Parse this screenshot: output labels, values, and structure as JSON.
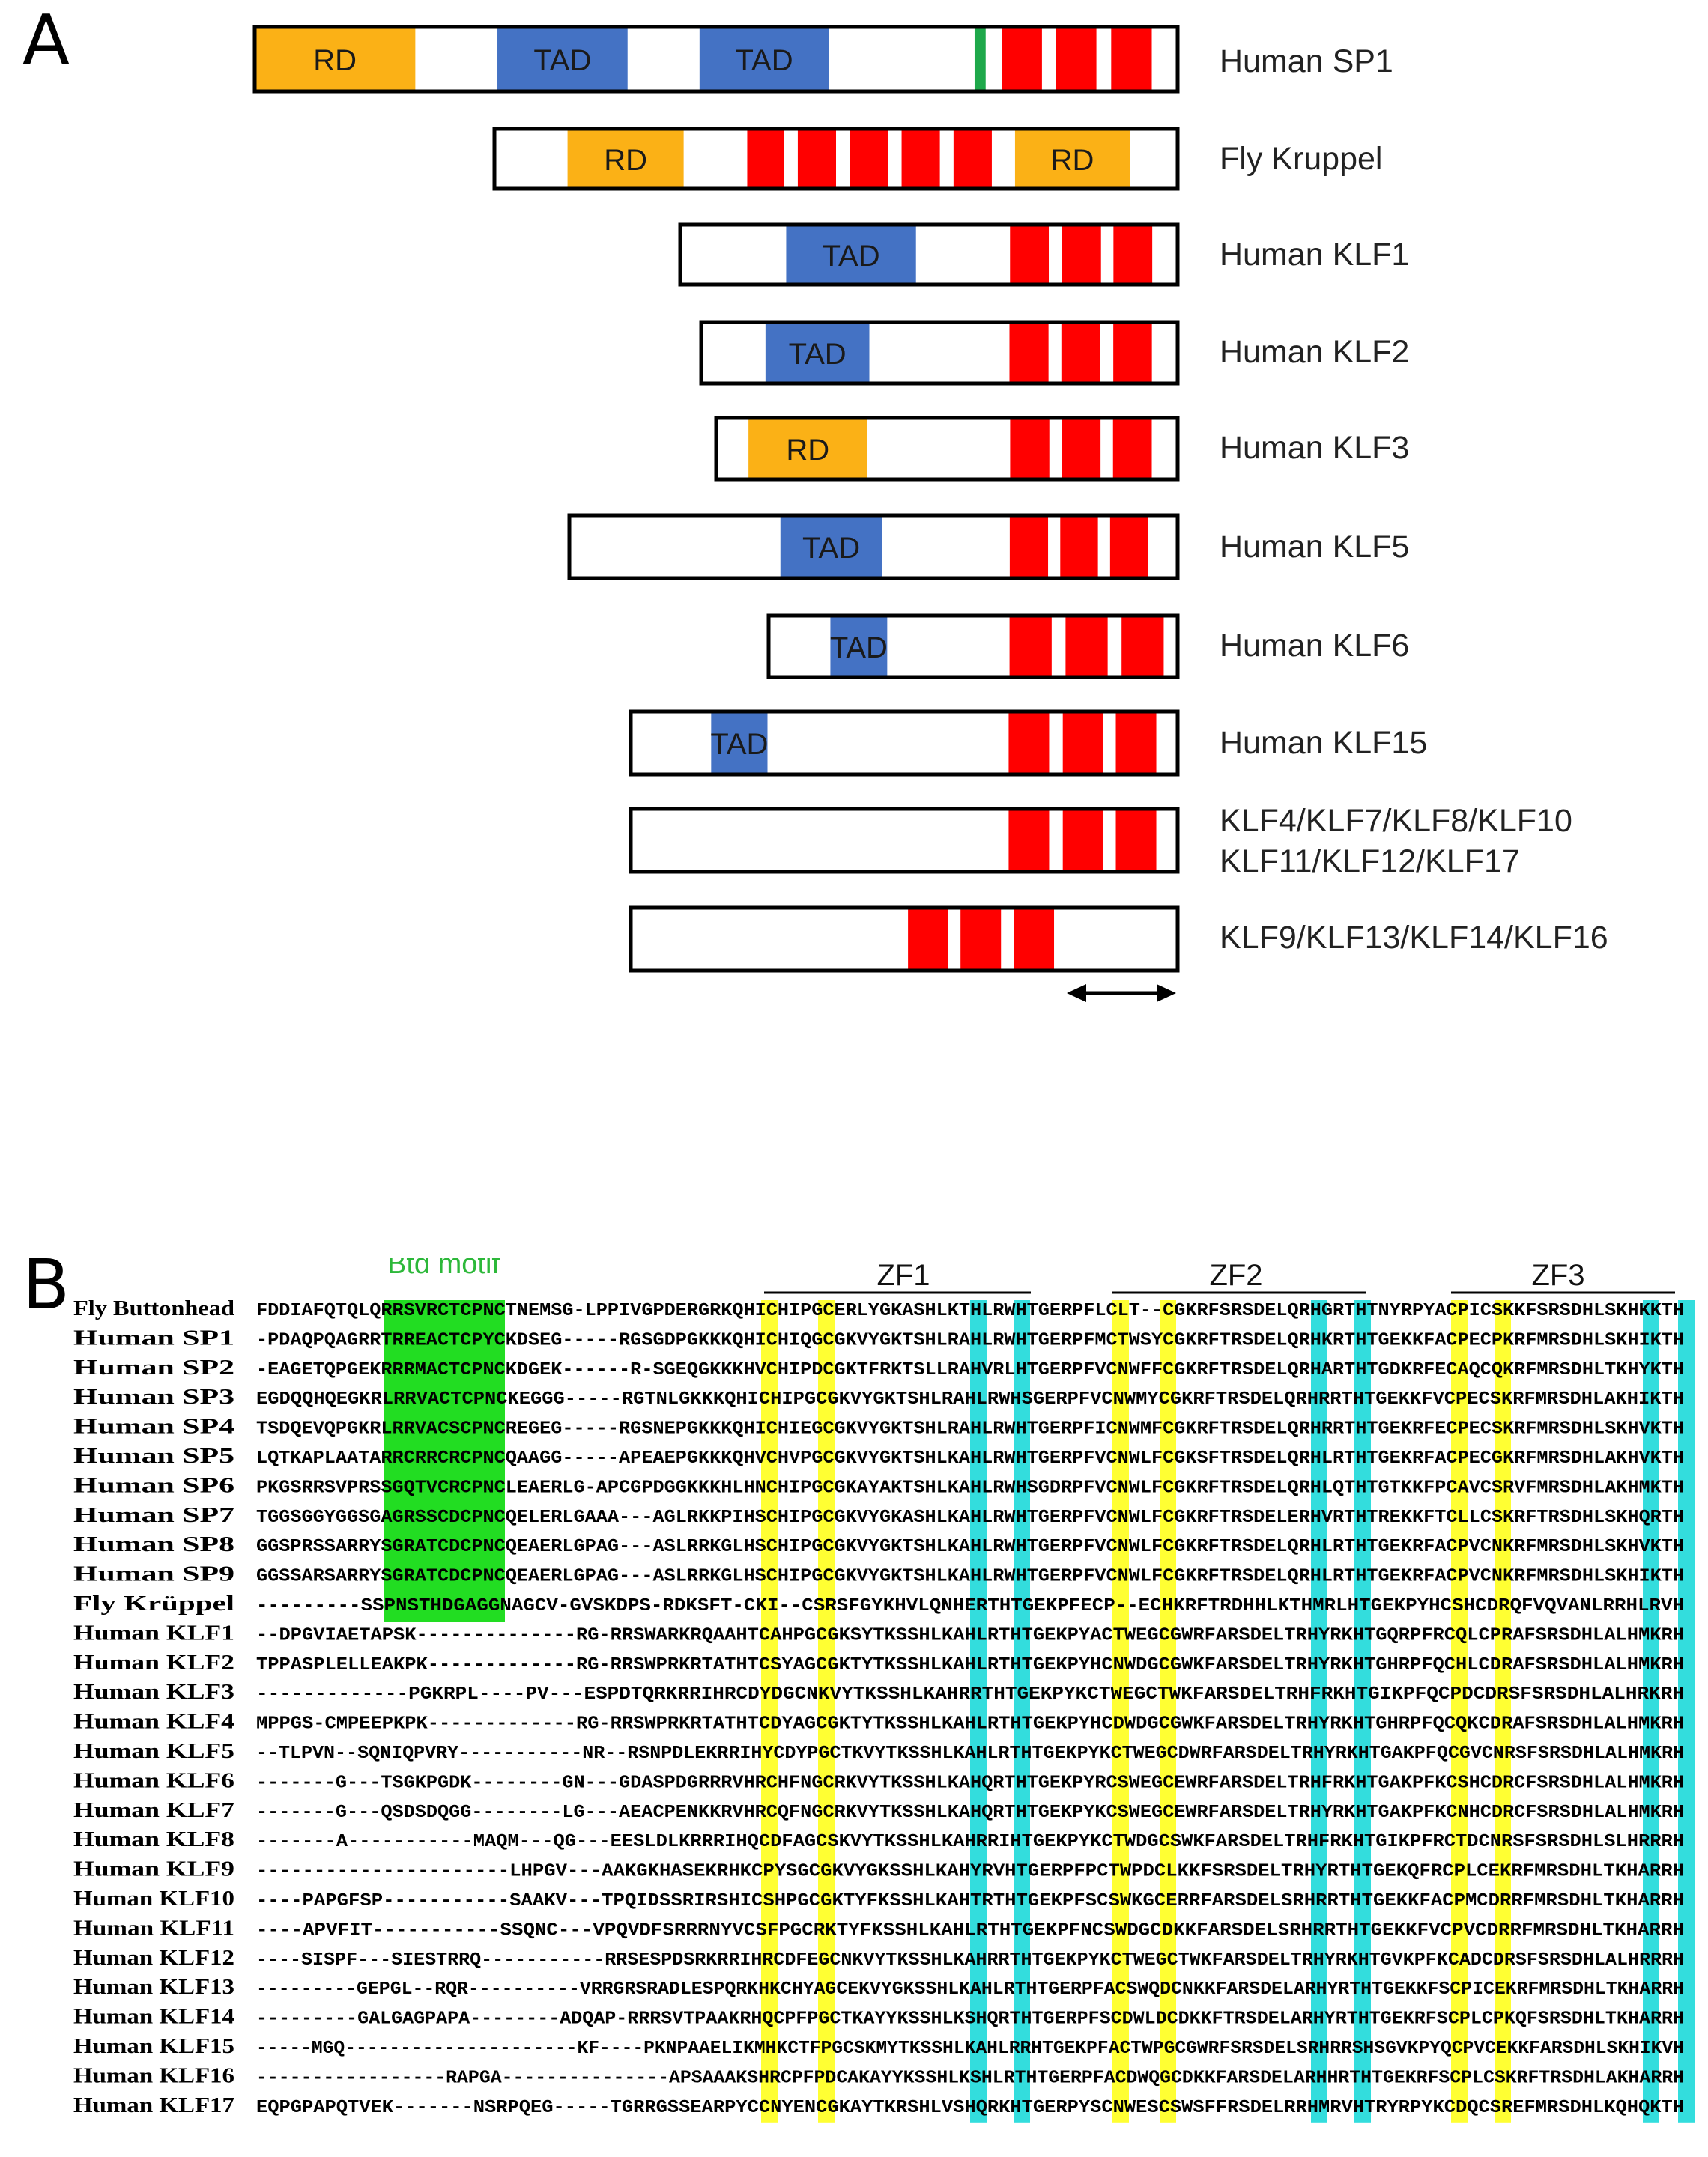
{
  "panel_a": {
    "letter": "A",
    "proteins": [
      {
        "name": "Human SP1",
        "segments": [
          {
            "type": "RD",
            "label": "RD",
            "from": 0,
            "to": 0.174
          },
          {
            "type": "TAD",
            "label": "TAD",
            "from": 0.263,
            "to": 0.404
          },
          {
            "type": "TAD",
            "label": "TAD",
            "from": 0.482,
            "to": 0.622
          },
          {
            "type": "motif",
            "from": 0.78,
            "to": 0.792
          },
          {
            "type": "ZF",
            "from": 0.81,
            "to": 0.853
          },
          {
            "type": "ZF",
            "from": 0.868,
            "to": 0.912
          },
          {
            "type": "ZF",
            "from": 0.928,
            "to": 0.972
          }
        ]
      },
      {
        "name": "Fly Kruppel",
        "segments": [
          {
            "type": "RD",
            "label": "RD",
            "from": 0.107,
            "to": 0.277
          },
          {
            "type": "ZF",
            "from": 0.37,
            "to": 0.424
          },
          {
            "type": "ZF",
            "from": 0.444,
            "to": 0.5
          },
          {
            "type": "ZF",
            "from": 0.52,
            "to": 0.576
          },
          {
            "type": "ZF",
            "from": 0.596,
            "to": 0.652
          },
          {
            "type": "ZF",
            "from": 0.672,
            "to": 0.728
          },
          {
            "type": "RD",
            "label": "RD",
            "from": 0.762,
            "to": 0.93
          }
        ]
      },
      {
        "name": "Human KLF1",
        "segments": [
          {
            "type": "TAD",
            "label": "TAD",
            "from": 0.213,
            "to": 0.474
          },
          {
            "type": "ZF",
            "from": 0.663,
            "to": 0.741
          },
          {
            "type": "ZF",
            "from": 0.768,
            "to": 0.846
          },
          {
            "type": "ZF",
            "from": 0.871,
            "to": 0.949
          }
        ]
      },
      {
        "name": "Human KLF2",
        "segments": [
          {
            "type": "TAD",
            "label": "TAD",
            "from": 0.135,
            "to": 0.353
          },
          {
            "type": "ZF",
            "from": 0.647,
            "to": 0.729
          },
          {
            "type": "ZF",
            "from": 0.756,
            "to": 0.838
          },
          {
            "type": "ZF",
            "from": 0.865,
            "to": 0.946
          }
        ]
      },
      {
        "name": "Human KLF3",
        "segments": [
          {
            "type": "RD",
            "label": "RD",
            "from": 0.07,
            "to": 0.327
          },
          {
            "type": "ZF",
            "from": 0.637,
            "to": 0.722
          },
          {
            "type": "ZF",
            "from": 0.749,
            "to": 0.833
          },
          {
            "type": "ZF",
            "from": 0.86,
            "to": 0.944
          }
        ]
      },
      {
        "name": "Human KLF5",
        "segments": [
          {
            "type": "TAD",
            "label": "TAD",
            "from": 0.347,
            "to": 0.514
          },
          {
            "type": "ZF",
            "from": 0.724,
            "to": 0.787
          },
          {
            "type": "ZF",
            "from": 0.807,
            "to": 0.869
          },
          {
            "type": "ZF",
            "from": 0.889,
            "to": 0.951
          }
        ]
      },
      {
        "name": "Human KLF6",
        "segments": [
          {
            "type": "TAD",
            "label": "TAD",
            "from": 0.151,
            "to": 0.29
          },
          {
            "type": "ZF",
            "from": 0.589,
            "to": 0.692
          },
          {
            "type": "ZF",
            "from": 0.726,
            "to": 0.829
          },
          {
            "type": "ZF",
            "from": 0.863,
            "to": 0.966
          }
        ]
      },
      {
        "name": "Human KLF15",
        "segments": [
          {
            "type": "TAD",
            "label": "TAD",
            "from": 0.147,
            "to": 0.25
          },
          {
            "type": "ZF",
            "from": 0.691,
            "to": 0.765
          },
          {
            "type": "ZF",
            "from": 0.79,
            "to": 0.863
          },
          {
            "type": "ZF",
            "from": 0.887,
            "to": 0.961
          }
        ]
      },
      {
        "name": "KLF4/KLF7/KLF8/KLF10",
        "name2": "KLF11/KLF12/KLF17",
        "segments": [
          {
            "type": "ZF",
            "from": 0.691,
            "to": 0.765
          },
          {
            "type": "ZF",
            "from": 0.79,
            "to": 0.863
          },
          {
            "type": "ZF",
            "from": 0.887,
            "to": 0.961
          }
        ]
      },
      {
        "name": "KLF9/KLF13/KLF14/KLF16",
        "segments": [
          {
            "type": "ZF",
            "from": 0.507,
            "to": 0.58
          },
          {
            "type": "ZF",
            "from": 0.603,
            "to": 0.677
          },
          {
            "type": "ZF",
            "from": 0.701,
            "to": 0.774
          }
        ]
      }
    ]
  },
  "panel_b": {
    "letter": "B",
    "btd_label": "Btd motif",
    "zf_labels": [
      "ZF1",
      "ZF2",
      "ZF3"
    ],
    "rows": [
      {
        "species": "Fly Buttonhead",
        "seq": "FDDIAFQTQLQRRSVRCTCPNCTNEMSG-LPPIVGPDERGRKQHICHIPGCERLYGKASHLKTHLRWHTGERPFLCLT--CGKRFSRSDELQRHGRTHTNYRPYACPICSKKFSRSDHLSKHKKTH"
      },
      {
        "species": "Human SP1",
        "seq": "-PDAQPQAGRRTRREACTCPYCKDSEG-----RGSGDPGKKKQHICHIQGCGKVYGKTSHLRAHLRWHTGERPFMCTWSYCGKRFTRSDELQRHKRTHTGEKKFACPECPKRFMRSDHLSKHIKTH"
      },
      {
        "species": "Human SP2",
        "seq": "-EAGETQPGEKRRRMACTCPNCKDGEK------R-SGEQGKKKHVCHIPDCGKTFRKTSLLRAHVRLHTGERPFVCNWFFCGKRFTRSDELQRHARTHTGDKRFECAQCQKRFMRSDHLTKHYKTH"
      },
      {
        "species": "Human SP3",
        "seq": "EGDQQHQEGKRLRRVACTCPNCKEGGG-----RGTNLGKKKQHICHIPGCGKVYGKTSHLRAHLRWHSGERPFVCNWMYCGKRFTRSDELQRHRRTHTGEKKFVCPECSKRFMRSDHLAKHIKTH"
      },
      {
        "species": "Human SP4",
        "seq": "TSDQEVQPGKRLRRVACSCPNCREGEG-----RGSNEPGKKKQHICHIEGCGKVYGKTSHLRAHLRWHTGERPFICNWMFCGKRFTRSDELQRHRRTHTGEKRFECPECSKRFMRSDHLSKHVKTH"
      },
      {
        "species": "Human SP5",
        "seq": "LQTKAPLAATARRCRRCRCPNCQAAGG-----APEAEPGKKKQHVCHVPGCGKVYGKTSHLKAHLRWHTGERPFVCNWLFCGKSFTRSDELQRHLRTHTGEKRFACPECGKRFMRSDHLAKHVKTH"
      },
      {
        "species": "Human SP6",
        "seq": "PKGSRRSVPRSSGQTVCRCPNCLEAERLG-APCGPDGGKKKHLHNCHIPGCGKAYAKTSHLKAHLRWHSGDRPFVCNWLFCGKRFTRSDELQRHLQTHTGTKKFPCAVCSRVFMRSDHLAKHMKTH"
      },
      {
        "species": "Human SP7",
        "seq": "TGGSGGYGGSGAGRSSCDCPNCQELERLGAAA---AGLRKKPIHSCHIPGCGKVYGKASHLKAHLRWHTGERPFVCNWLFCGKRFTRSDELERHVRTHTREKKFTCLLCSKRFTRSDHLSKHQRTH"
      },
      {
        "species": "Human SP8",
        "seq": "GGSPRSSARRYSGRATCDCPNCQEAERLGPAG---ASLRRKGLHSCHIPGCGKVYGKTSHLKAHLRWHTGERPFVCNWLFCGKRFTRSDELQRHLRTHTGEKRFACPVCNKRFMRSDHLSKHVKTH"
      },
      {
        "species": "Human SP9",
        "seq": "GGSSARSARRYSGRATCDCPNCQEAERLGPAG---ASLRRKGLHSCHIPGCGKVYGKTSHLKAHLRWHTGERPFVCNWLFCGKRFTRSDELQRHLRTHTGEKRFACPVCNKRFMRSDHLSKHIKTH"
      },
      {
        "species": "Fly Krüppel",
        "seq": "---------SSPNSTHDGAGGNAGCV-GVSKDPS-RDKSFT-CKI--CSRSFGYKHVLQNHERTHTGEKPFECP--ECHKRFTRDHHLKTHMRLHTGEKPYHCSHCDRQFVQVANLRRHLRVH"
      },
      {
        "species": "Human KLF1",
        "seq": "--DPGVIAETAPSK--------------RG-RRSWARKRQAAHTCAHPGCGKSYTKSSHLKAHLRTHTGEKPYACTWEGCGWRFARSDELTRHYRKHTGQRPFRCQLCPRAFSRSDHLALHMKRH"
      },
      {
        "species": "Human KLF2",
        "seq": "TPPASPLELLEAKPK-------------RG-RRSWPRKRTATHTCSYAGCGKTYTKSSHLKAHLRTHTGEKPYHCNWDGCGWKFARSDELTRHYRKHTGHRPFQCHLCDRAFSRSDHLALHMKRH"
      },
      {
        "species": "Human KLF3",
        "seq": "-------------PGKRPL----PV---ESPDTQRKRRIHRCDYDGCNKVYTKSSHLKAHRRTHTGEKPYKCTWEGCTWKFARSDELTRHFRKHTGIKPFQCPDCDRSFSRSDHLALHRKRH"
      },
      {
        "species": "Human KLF4",
        "seq": "MPPGS-CMPEEPKPK-------------RG-RRSWPRKRTATHTCDYAGCGKTYTKSSHLKAHLRTHTGEKPYHCDWDGCGWKFARSDELTRHYRKHTGHRPFQCQKCDRAFSRSDHLALHMKRH"
      },
      {
        "species": "Human KLF5",
        "seq": "--TLPVN--SQNIQPVRY-----------NR--RSNPDLEKRRIHYCDYPGCTKVYTKSSHLKAHLRTHTGEKPYKCTWEGCDWRFARSDELTRHYRKHTGAKPFQCGVCNRSFSRSDHLALHMKRH"
      },
      {
        "species": "Human KLF6",
        "seq": "-------G---TSGKPGDK--------GN---GDASPDGRRRVHRCHFNGCRKVYTKSSHLKAHQRTHTGEKPYRCSWEGCEWRFARSDELTRHFRKHTGAKPFKCSHCDRCFSRSDHLALHMKRH"
      },
      {
        "species": "Human KLF7",
        "seq": "-------G---QSDSDQGG--------LG---AEACPENKKRVHRCQFNGCRKVYTKSSHLKAHQRTHTGEKPYKCSWEGCEWRFARSDELTRHYRKHTGAKPFKCNHCDRCFSRSDHLALHMKRH"
      },
      {
        "species": "Human KLF8",
        "seq": "-------A-----------MAQM---QG---EESLDLKRRRIHQCDFAGCSKVYTKSSHLKAHRRIHTGEKPYKCTWDGCSWKFARSDELTRHFRKHTGIKPFRCTDCNRSFSRSDHLSLHRRRH"
      },
      {
        "species": "Human KLF9",
        "seq": "----------------------LHPGV---AAKGKHASEKRHKCPYSGCGKVYGKSSHLKAHYRVHTGERPFPCTWPDCLKKFSRSDELTRHYRTHTGEKQFRCPLCEKRFMRSDHLTKHARRH"
      },
      {
        "species": "Human KLF10",
        "seq": "----PAPGFSP-----------SAAKV---TPQIDSSRIRSHICSHPGCGKTYFKSSHLKAHTRTHTGEKPFSCSWKGCERRFARSDELSRHRRTHTGEKKFACPMCDRRFMRSDHLTKHARRH"
      },
      {
        "species": "Human KLF11",
        "seq": "----APVFIT-----------SSQNC---VPQVDFSRRRNYVCSFPGCRKTYFKSSHLKAHLRTHTGEKPFNCSWDGCDKKFARSDELSRHRRTHTGEKKFVCPVCDRRFMRSDHLTKHARRH"
      },
      {
        "species": "Human KLF12",
        "seq": "----SISPF---SIESTRRQ-----------RRSESPDSRKRRIHRCDFEGCNKVYTKSSHLKAHRRTHTGEKPYKCTWEGCTWKFARSDELTRHYRKHTGVKPFKCADCDRSFSRSDHLALHRRRH"
      },
      {
        "species": "Human KLF13",
        "seq": "---------GEPGL--RQR----------VRRGRSRADLESPQRKHKCHYAGCEKVYGKSSHLKAHLRTHTGERPFACSWQDCNKKFARSDELARHYRTHTGEKKFSCPICEKRFMRSDHLTKHARRH"
      },
      {
        "species": "Human KLF14",
        "seq": "---------GALGAGPAPA--------ADQAP-RRRSVTPAAKRHQCPFPGCTKAYYKSSHLKSHQRTHTGERPFSCDWLDCDKKFTRSDELARHYRTHTGEKRFSCPLCPKQFSRSDHLTKHARRH"
      },
      {
        "species": "Human KLF15",
        "seq": "-----MGQ---------------------KF----PKNPAAELIKMHKCTFPGCSKMYTKSSHLKAHLRRHTGEKPFACTWPGCGWRFSRSDELSRHRRSHSGVKPYQCPVCEKKFARSDHLSKHIKVH"
      },
      {
        "species": "Human KLF16",
        "seq": "-----------------RAPGA---------------APSAAAKSHRCPFPDCAKAYYKSSHLKSHLRTHTGERPFACDWQGCDKKFARSDELARHHRTHTGEKRFSCPLCSKRFTRSDHLAKHARRH"
      },
      {
        "species": "Human KLF17",
        "seq": "EQPGPAPQTVEK-------NSRPQEG-----TGRRGSSEARPYCCNYENCGKAYTKRSHLVSHQRKHTGERPYSCNWESCSWSFFRSDELRRHMRVHTRYRPYKCDQCSREFMRSDHLKQHQKTH"
      }
    ]
  }
}
